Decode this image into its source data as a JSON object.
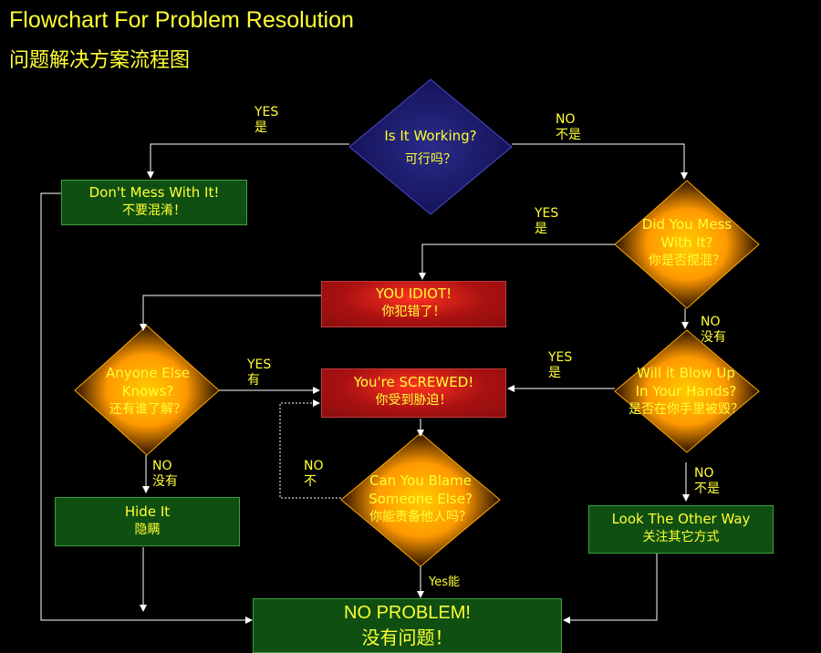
{
  "header": {
    "title": "Flowchart For Problem Resolution",
    "subtitle": "问题解决方案流程图"
  },
  "nodes": {
    "is_working": {
      "en": "Is It Working?",
      "cn": "可行吗？"
    },
    "dont_mess": {
      "en": "Don't Mess With It!",
      "cn": "不要混淆！"
    },
    "did_mess": {
      "en1": "Did You Mess",
      "en2": "With It?",
      "cn": "你是否搅混？"
    },
    "idiot": {
      "en": "YOU IDIOT!",
      "cn": "你犯错了！"
    },
    "anyone_knows": {
      "en1": "Anyone Else",
      "en2": "Knows?",
      "cn": "还有谁了解？"
    },
    "screwed": {
      "en": "You're SCREWED!",
      "cn": "你受到胁迫！"
    },
    "blow_up": {
      "en1": "Will it Blow Up",
      "en2": "In Your Hands?",
      "cn": "是否在你手里被毁？"
    },
    "hide_it": {
      "en": "Hide It",
      "cn": "隐瞒"
    },
    "blame": {
      "en1": "Can You Blame",
      "en2": "Someone Else?",
      "cn": "你能责备他人吗？"
    },
    "look_away": {
      "en": "Look The Other Way",
      "cn": "关注其它方式"
    },
    "no_problem": {
      "en": "NO PROBLEM!",
      "cn": "没有问题！"
    }
  },
  "edge_labels": {
    "working_yes": {
      "en": "YES",
      "cn": "是"
    },
    "working_no": {
      "en": "NO",
      "cn": "不是"
    },
    "mess_yes": {
      "en": "YES",
      "cn": "是"
    },
    "mess_no": {
      "en": "NO",
      "cn": "没有"
    },
    "knows_yes": {
      "en": "YES",
      "cn": "有"
    },
    "knows_no": {
      "en": "NO",
      "cn": "没有"
    },
    "blow_yes": {
      "en": "YES",
      "cn": "是"
    },
    "blow_no": {
      "en": "NO",
      "cn": "不是"
    },
    "blame_no": {
      "en": "NO",
      "cn": "不"
    },
    "blame_yes": "Yes能"
  },
  "colors": {
    "text": "#ffff33",
    "line": "#ffffff",
    "green_box": "#0f4f12",
    "red_box": "#8a0e0e",
    "blue_diamond": "#1c1c6e",
    "orange_diamond": "#ff9900"
  }
}
